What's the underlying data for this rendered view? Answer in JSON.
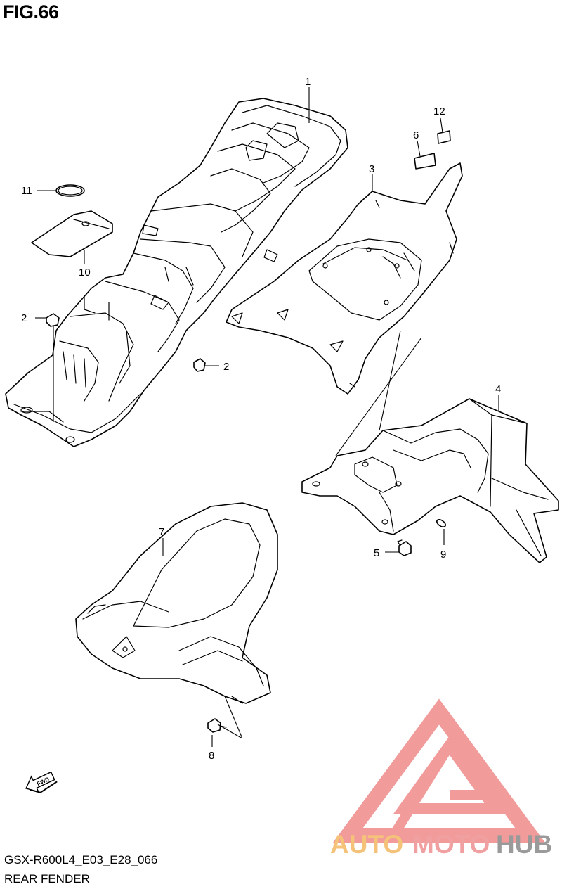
{
  "figure": {
    "title": "FIG.66",
    "model_code": "GSX-R600L4_E03_E28_066",
    "section_name": "REAR FENDER"
  },
  "callouts": [
    "1",
    "2",
    "2",
    "3",
    "4",
    "5",
    "6",
    "7",
    "8",
    "9",
    "10",
    "11",
    "12"
  ],
  "fwd_label": "FWD",
  "watermark": {
    "part1": "AUTO",
    "part2": "MOTO",
    "part3": "HUB",
    "colors": {
      "auto": "#f5c27a",
      "moto": "#f0a0a0",
      "hub": "#9a9a9a",
      "triangle": "#f08a8a"
    }
  }
}
